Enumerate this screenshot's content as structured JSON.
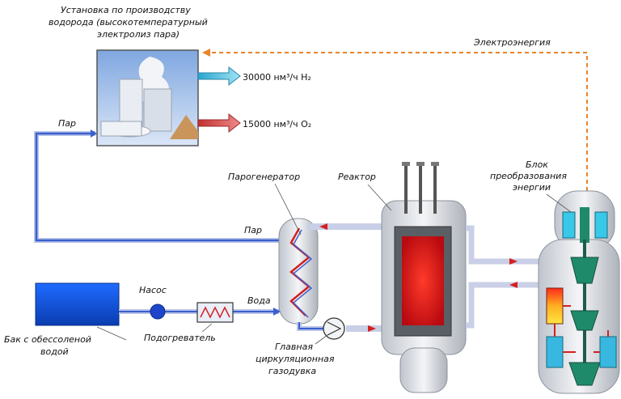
{
  "title": {
    "line1": "Установка по производству",
    "line2": "водорода (высокотемпературный",
    "line3": "электролиз пара)"
  },
  "labels": {
    "electricity": "Электроэнергия",
    "steam_top": "Пар",
    "steam_mid": "Пар",
    "water": "Вода",
    "pump": "Насос",
    "heater": "Подогреватель",
    "steam_generator": "Парогенератор",
    "reactor": "Реактор",
    "energy_block_1": "Блок",
    "energy_block_2": "преобразования",
    "energy_block_3": "энергии",
    "tank_1": "Бак с обессоленой",
    "tank_2": "водой",
    "gas_blower_1": "Главная",
    "gas_blower_2": "циркуляционная",
    "gas_blower_3": "газодувка"
  },
  "outputs": {
    "h2_value": "30000 нм³/ч H₂",
    "o2_value": "15000 нм³/ч O₂"
  },
  "colors": {
    "steam_pipe": "#3a5fd0",
    "pipe_light": "#b9c3e6",
    "electric_dash": "#e8842a",
    "flow_arrow": "#d42020",
    "h2_arrow": "#3fb6d9",
    "o2_arrow": "#d94646",
    "tank": "#0d4fd6",
    "reactor_core": "#e8141a",
    "turbine": "#1f8a6a"
  }
}
